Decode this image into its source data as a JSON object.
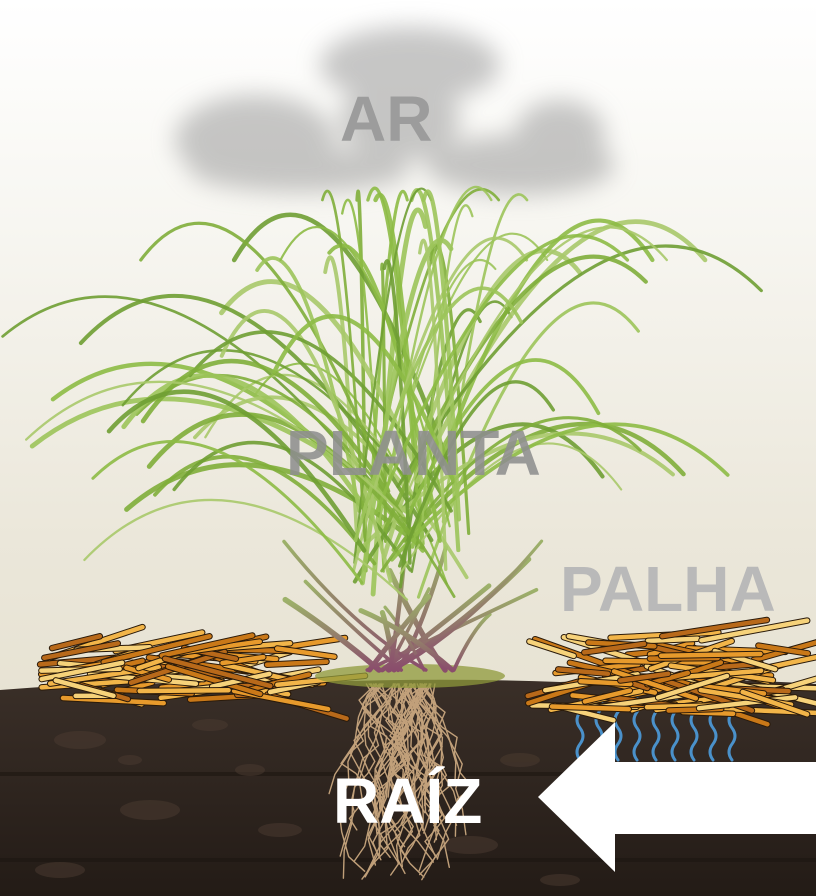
{
  "labels": {
    "air": "AR",
    "plant": "PLANTA",
    "straw": "PALHA",
    "root": "RAÍZ"
  },
  "highlighted": "RAÍZ",
  "colors": {
    "sky_top": "#ffffff",
    "sky_bottom": "#e2ddca",
    "soil": "#2f2620",
    "leaf": "#7fae3a",
    "stem": "#8f5670",
    "straw": "#e79a2c",
    "root": "#c9a77f",
    "water": "#4fa3e8",
    "arrow": "#ffffff",
    "cloud": "#9a9a9a"
  },
  "icons": [
    "cloud-icon",
    "sugarcane-plant-icon",
    "straw-mulch-icon",
    "soil-icon",
    "roots-icon",
    "water-vapor-icon",
    "arrow-left-icon"
  ]
}
